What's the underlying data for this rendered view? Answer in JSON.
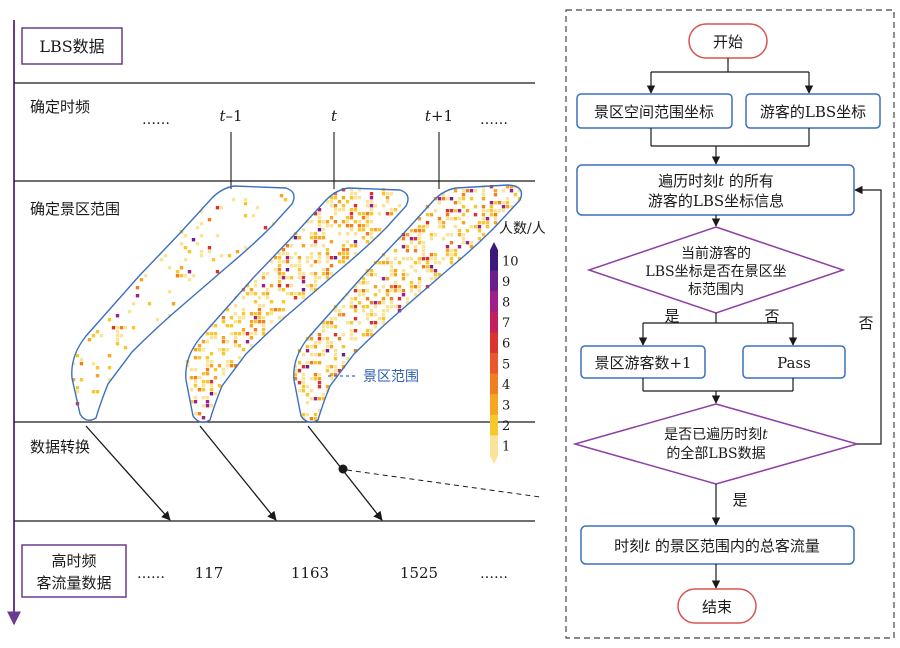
{
  "left": {
    "source_label": "LBS数据",
    "rows": {
      "time": "确定时频",
      "range": "确定景区范围",
      "convert": "数据转换"
    },
    "output_label_line1": "高时频",
    "output_label_line2": "客流量数据",
    "dots": "……",
    "times": [
      {
        "pre": "t",
        "post": "–1"
      },
      {
        "pre": "t",
        "post": ""
      },
      {
        "pre": "t",
        "post": "+1"
      }
    ],
    "counts": [
      "117",
      "1163",
      "1525"
    ],
    "range_annotation": "景区范围",
    "legend": {
      "title": "人数/人",
      "labels": [
        "10",
        "9",
        "8",
        "7",
        "6",
        "5",
        "4",
        "3",
        "2",
        "1"
      ],
      "colors": [
        "#3b1a7a",
        "#6a1f8a",
        "#a0208a",
        "#c41f5e",
        "#d9322f",
        "#e9572a",
        "#f07f22",
        "#f5a623",
        "#f7c72e",
        "#f9e49a"
      ]
    }
  },
  "flow": {
    "start": "开始",
    "coords_left": "景区空间范围坐标",
    "coords_right": "游客的LBS坐标",
    "traverse_line1": "遍历时刻",
    "traverse_var": "t",
    "traverse_line1_tail": " 的所有",
    "traverse_line2": "游客的LBS坐标信息",
    "decision1_line1": "当前游客的",
    "decision1_line2": "LBS坐标是否在景区坐",
    "decision1_line3": "标范围内",
    "yes": "是",
    "no": "否",
    "increment": "景区游客数+1",
    "pass": "Pass",
    "decision2_line1_pre": "是否已遍历时刻",
    "decision2_line1_var": "t",
    "decision2_line2": "的全部LBS数据",
    "yes2": "是",
    "loop_no": "否",
    "total_pre": "时刻",
    "total_var": "t",
    "total_post": " 的景区范围内的总客流量",
    "end": "结束"
  }
}
